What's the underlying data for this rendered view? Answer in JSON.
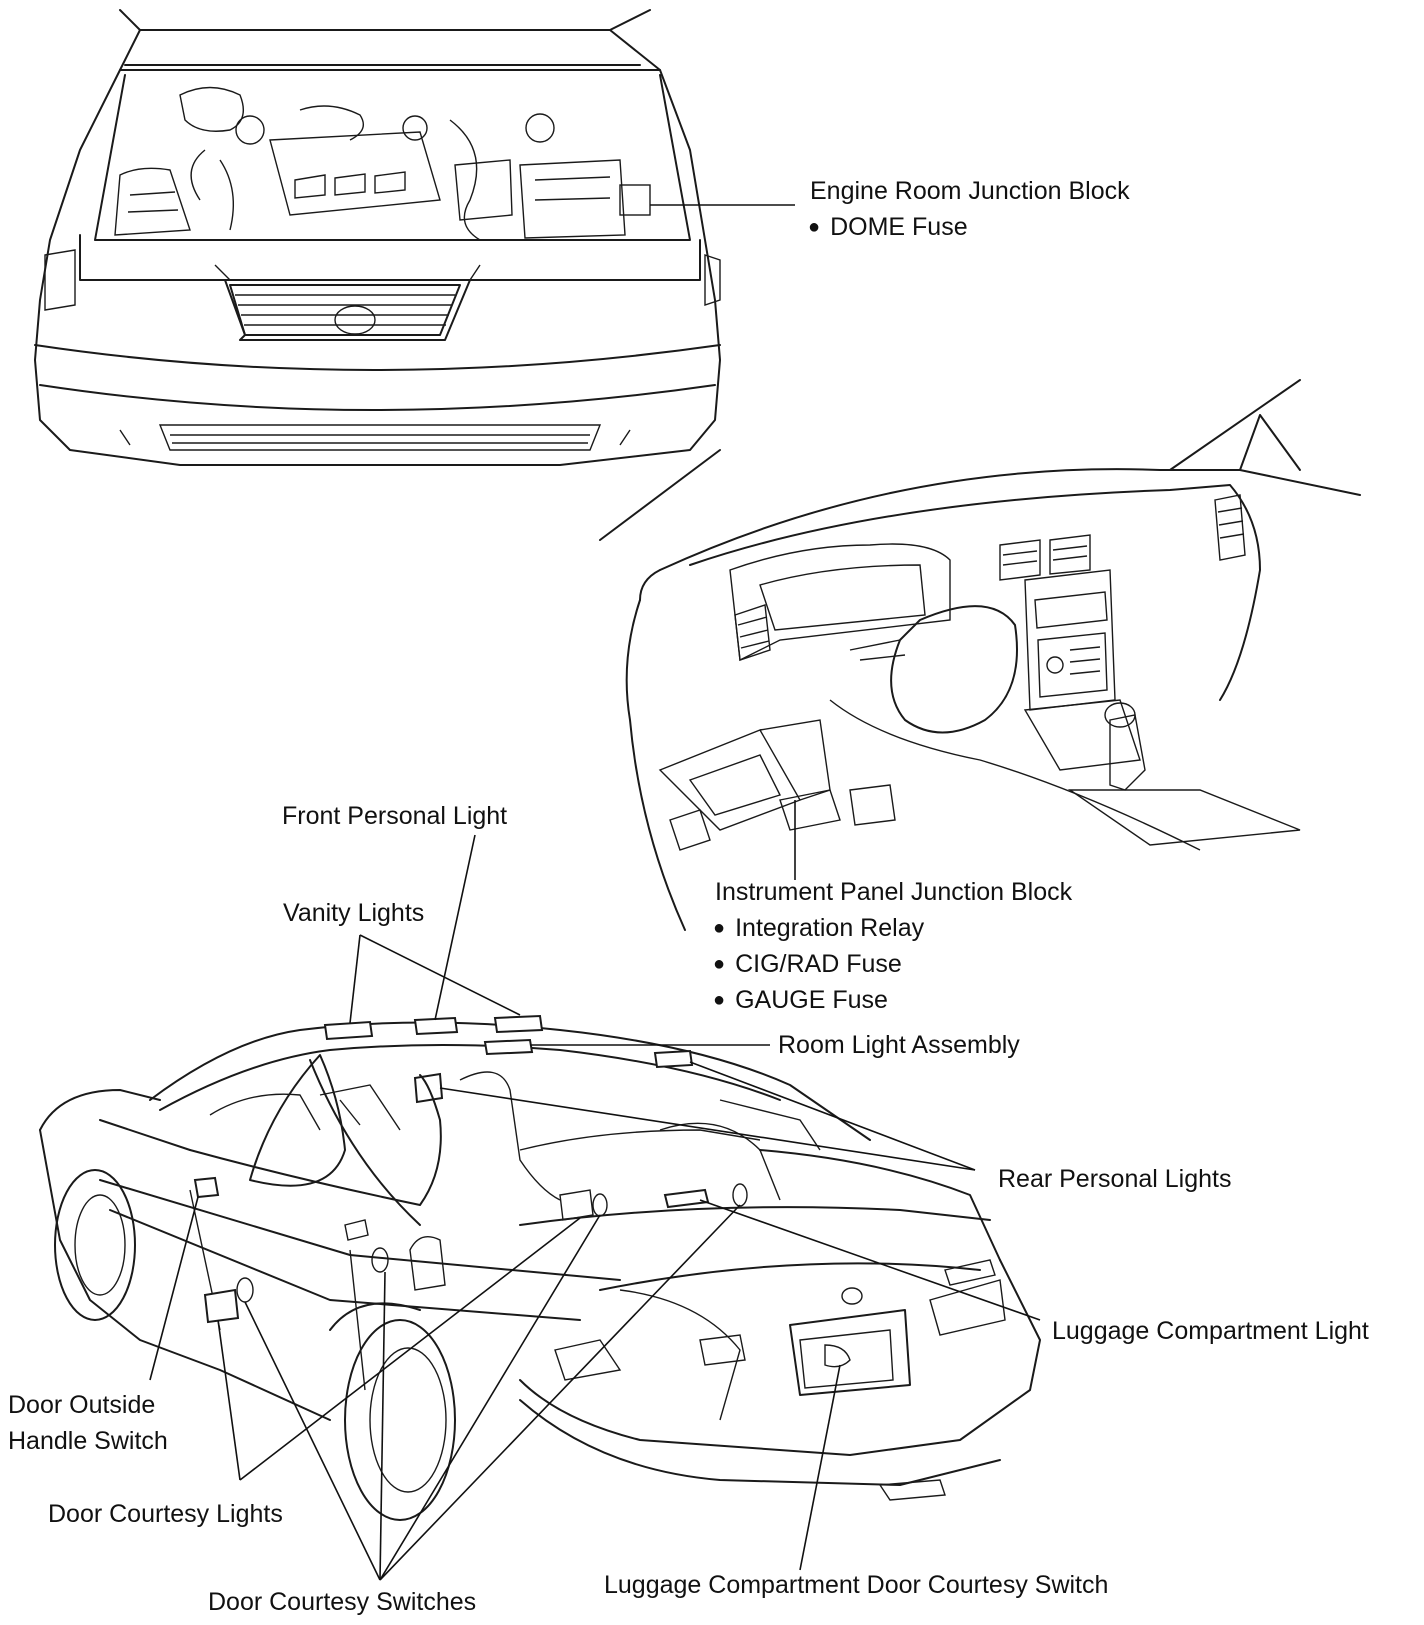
{
  "labels": {
    "engine_room_junction_block": "Engine Room Junction Block",
    "dome_fuse": "DOME Fuse",
    "instrument_panel_junction_block": "Instrument Panel Junction Block",
    "integration_relay": "Integration Relay",
    "cig_rad_fuse": "CIG/RAD Fuse",
    "gauge_fuse": "GAUGE Fuse",
    "front_personal_light": "Front Personal Light",
    "vanity_lights": "Vanity Lights",
    "room_light_assembly": "Room Light Assembly",
    "rear_personal_lights": "Rear Personal Lights",
    "luggage_compartment_light": "Luggage Compartment Light",
    "door_outside_handle_switch_line1": "Door Outside",
    "door_outside_handle_switch_line2": "Handle Switch",
    "door_courtesy_lights": "Door Courtesy Lights",
    "door_courtesy_switches": "Door Courtesy Switches",
    "luggage_compartment_door_courtesy_switch": "Luggage Compartment Door Courtesy Switch"
  }
}
